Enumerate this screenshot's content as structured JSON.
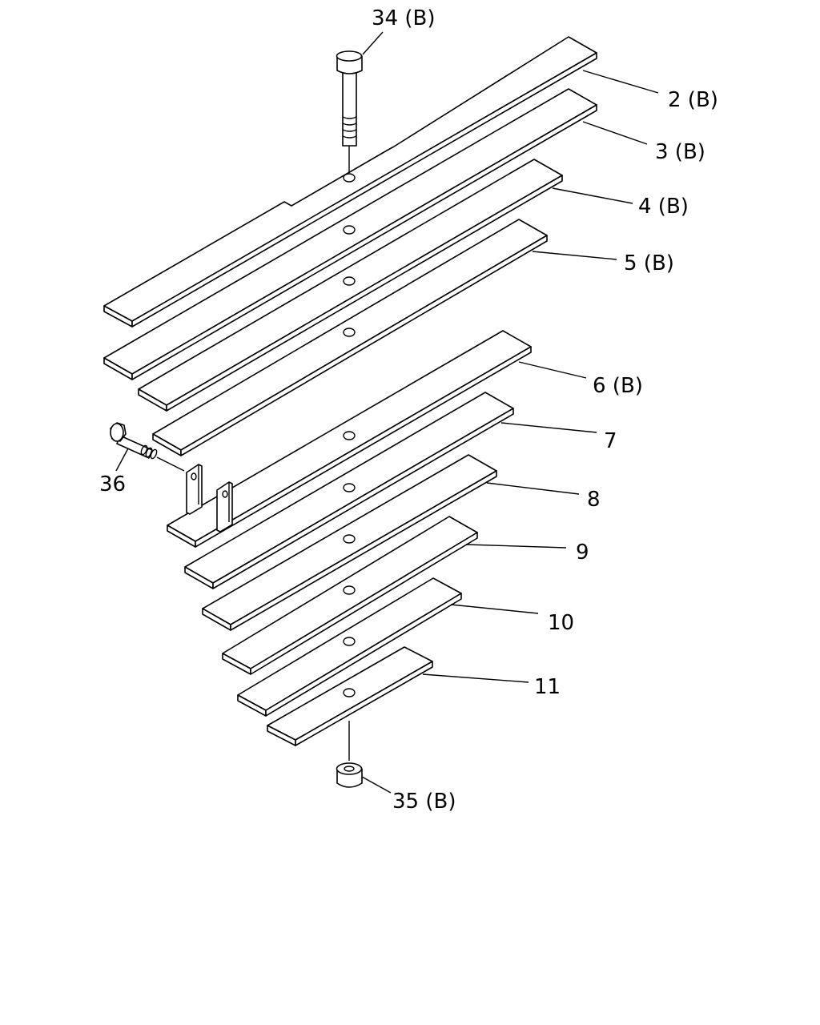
{
  "diagram": {
    "parts": [
      {
        "id": "leaf-2",
        "label": "2 (B)"
      },
      {
        "id": "leaf-3",
        "label": "3 (B)"
      },
      {
        "id": "leaf-4",
        "label": "4 (B)"
      },
      {
        "id": "leaf-5",
        "label": "5 (B)"
      },
      {
        "id": "leaf-6",
        "label": "6 (B)"
      },
      {
        "id": "leaf-7",
        "label": "7"
      },
      {
        "id": "leaf-8",
        "label": "8"
      },
      {
        "id": "leaf-9",
        "label": "9"
      },
      {
        "id": "leaf-10",
        "label": "10"
      },
      {
        "id": "leaf-11",
        "label": "11"
      },
      {
        "id": "center-bolt",
        "label": "34 (B)"
      },
      {
        "id": "nut",
        "label": "35 (B)"
      },
      {
        "id": "clip-bolt",
        "label": "36"
      }
    ]
  }
}
